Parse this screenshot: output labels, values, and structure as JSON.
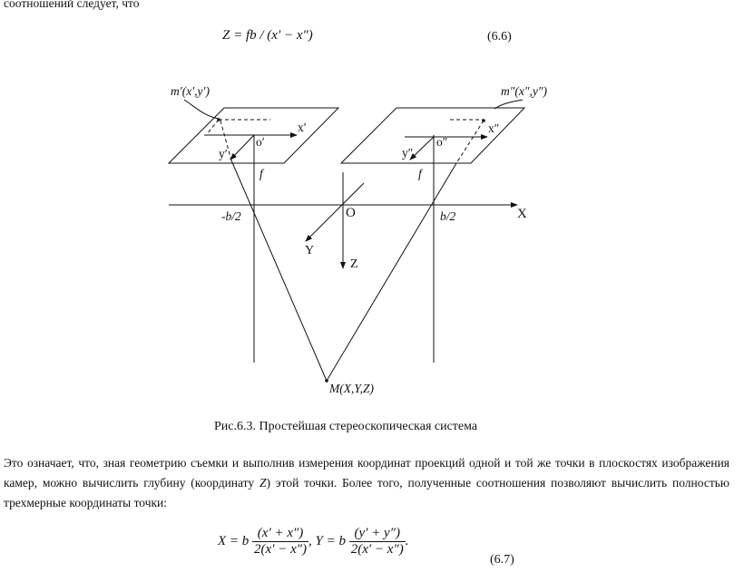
{
  "intro_line": "соотношений следует, что",
  "eq66": {
    "formula": "Z = fb / (x′ − x″)",
    "number": "(6.6)"
  },
  "figure": {
    "labels": {
      "m1": "m′(x′,y′)",
      "m2": "m″(x″,y″)",
      "x1": "x′",
      "y1": "y′",
      "o1": "o′",
      "x2": "x″",
      "y2": "y″",
      "o2": "o″",
      "f1": "f",
      "f2": "f",
      "minus_b2": "-b/2",
      "b2": "b/2",
      "O": "O",
      "X": "X",
      "Y": "Y",
      "Z": "Z",
      "M": "M(X,Y,Z)"
    },
    "caption": "Рис.6.3. Простейшая стереоскопическая система"
  },
  "paragraph": {
    "before": "Это означает, что, зная геометрию съемки и выполнив измерения координат проекций одной и той же точки в плоскостях изображения камер, можно вычислить глубину (координату ",
    "var": "Z",
    "after": ") этой точки. Более того, полученные соотношения позволяют вычислить полностью трехмерные координаты точки:"
  },
  "eq67": {
    "X_lhs": "X = b",
    "X_num": "(x′ + x″)",
    "X_den": "2(x′ − x″)",
    "Y_lhs": "Y = b",
    "Y_num": "(y′ + y″)",
    "Y_den": "2(x′ − x″)",
    "number": "(6.7)"
  }
}
